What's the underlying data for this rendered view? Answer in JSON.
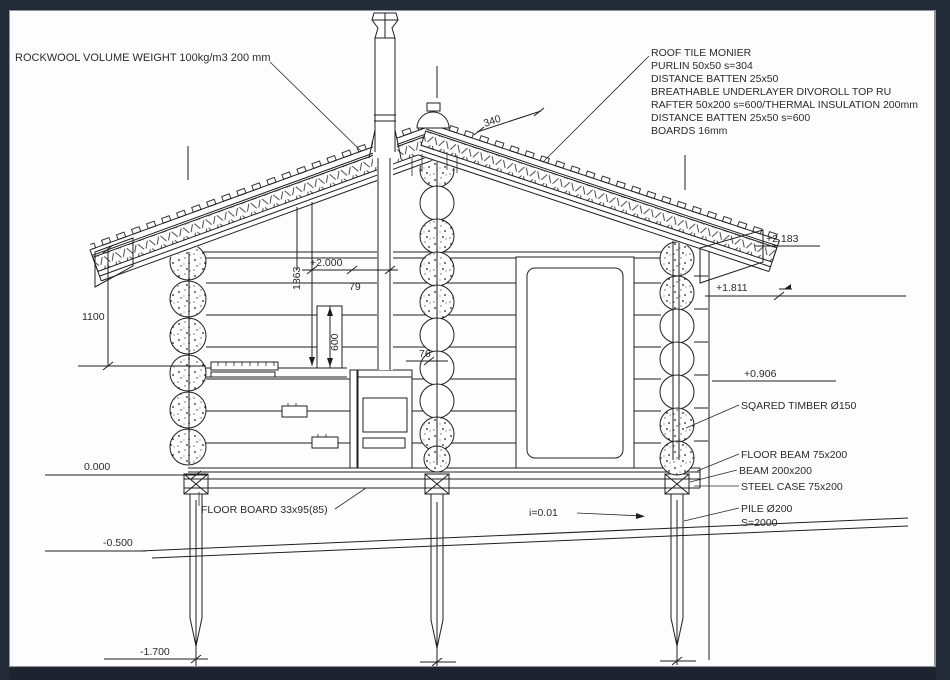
{
  "colors": {
    "frame": "#242b38",
    "paper": "#fdfdfd",
    "ink": "#1f1f1f"
  },
  "labels": {
    "rockwool": "ROCKWOOL VOLUME WEIGHT 100kg/m3 200 mm",
    "roof_lines": [
      "ROOF TILE MONIER",
      "PURLIN 50x50 s=304",
      "DISTANCE BATTEN 25x50",
      "BREATHABLE UNDERLAYER DIVOROLL TOP RU",
      "RAFTER 50x200 s=600/THERMAL INSULATION 200mm",
      "DISTANCE BATTEN 25x50 s=600",
      "BOARDS 16mm"
    ],
    "squared_timber": "SQARED TIMBER Ø150",
    "floor_beam": "FLOOR BEAM 75x200",
    "beam": "BEAM 200x200",
    "steel_case": "STEEL CASE 75x200",
    "pile": "PILE Ø200",
    "pile_spacing": "S=2000",
    "floor_board": "FLOOR BOARD 33x95(85)",
    "slope": "i=0.01"
  },
  "levels": {
    "ridge_eave": "+2.183",
    "eave": "+1.811",
    "wall": "+0.906",
    "interior": "+2.000",
    "floor": "0.000",
    "ground": "-0.500",
    "pile_tip": "-1.700"
  },
  "dims": {
    "wall_height": "1100",
    "interior_height": "1863",
    "stove_clearance": "600",
    "ridge_offset": "340",
    "d79": "79",
    "d76": "76"
  }
}
